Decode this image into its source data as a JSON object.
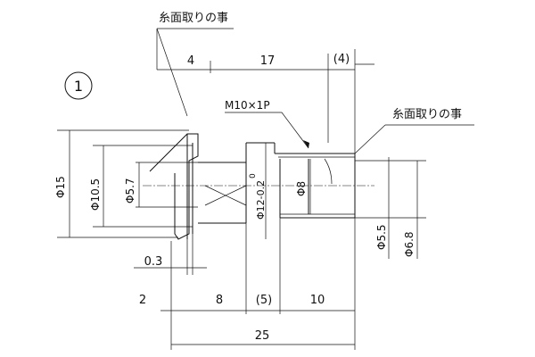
{
  "part_number": "1",
  "notes": {
    "chamfer_top": "糸面取りの事",
    "chamfer_right": "糸面取りの事",
    "thread": "M10×1P"
  },
  "dims": {
    "top_4": "4",
    "top_17": "17",
    "top_paren4": "(4)",
    "phi15": "Φ15",
    "phi10_5": "Φ10.5",
    "phi5_7": "Φ5.7",
    "phi12": "Φ12-0.2",
    "phi12_tol0": "0",
    "phi8": "Φ8",
    "phi5_5": "Φ5.5",
    "phi6_8": "Φ6.8",
    "d0_3": "0.3",
    "bot_2": "2",
    "bot_8": "8",
    "bot_paren5": "(5)",
    "bot_10": "10",
    "bot_25": "25"
  }
}
